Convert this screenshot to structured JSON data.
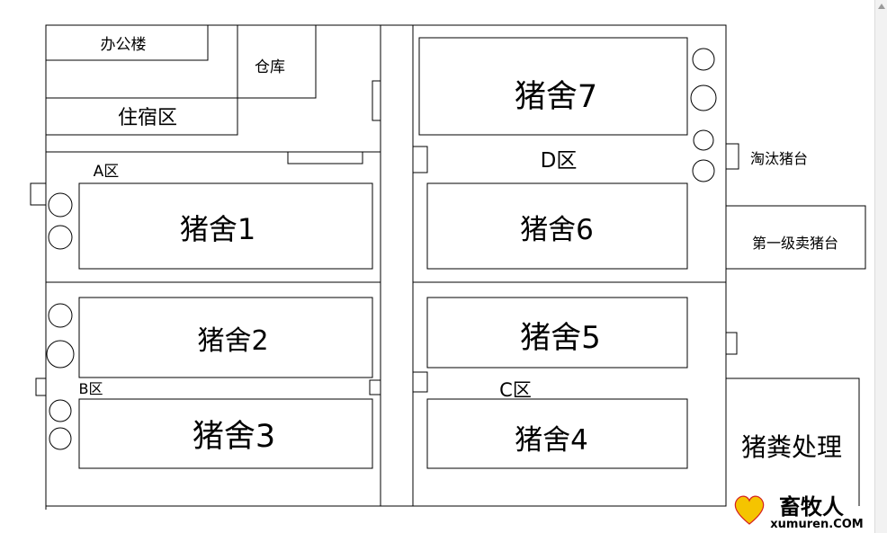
{
  "labels": {
    "office": "办公楼",
    "warehouse": "仓库",
    "dorm": "住宿区",
    "zone_a": "A区",
    "zone_b": "B区",
    "zone_c": "C区",
    "zone_d": "D区",
    "house1": "猪舍1",
    "house2": "猪舍2",
    "house3": "猪舍3",
    "house4": "猪舍4",
    "house5": "猪舍5",
    "house6": "猪舍6",
    "house7": "猪舍7",
    "cull_platform": "淘汰猪台",
    "sale_platform": "第一级卖猪台",
    "manure": "猪粪处理"
  },
  "watermark": {
    "name": "畜牧人",
    "site": "xumuren.COM"
  },
  "colors": {
    "line": "#000000",
    "background": "#ffffff",
    "logo_yellow": "#f5c400",
    "logo_red": "#d42020"
  }
}
